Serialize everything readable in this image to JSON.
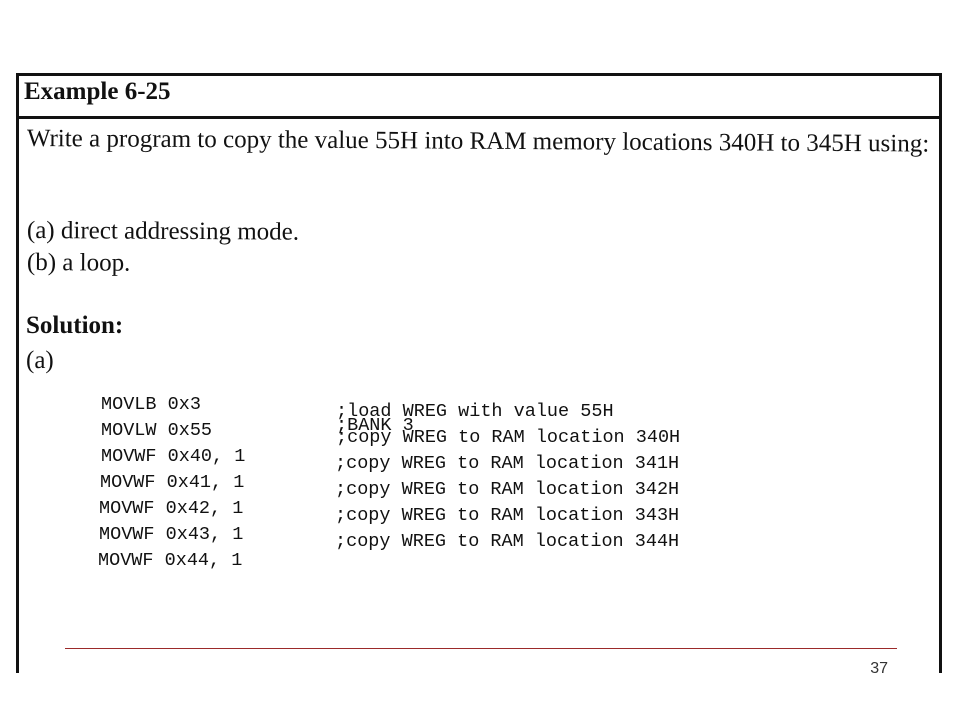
{
  "example": {
    "title": "Example 6-25",
    "problem": "Write a program to copy the value 55H into RAM memory locations 340H to 345H using:",
    "options": [
      "(a) direct addressing mode.",
      "(b) a loop."
    ]
  },
  "solution": {
    "heading": "Solution:",
    "part_label": "(a)",
    "code": [
      {
        "instr": "MOVLB 0x3",
        "comment": ";BANK 3"
      },
      {
        "instr": "MOVLW 0x55",
        "comment": ";load WREG with value 55H"
      },
      {
        "instr": "MOVWF 0x40, 1",
        "comment": ";copy WREG to RAM location 340H"
      },
      {
        "instr": "MOVWF 0x41, 1",
        "comment": ";copy WREG to RAM location 341H"
      },
      {
        "instr": "MOVWF 0x42, 1",
        "comment": ";copy WREG to RAM location 342H"
      },
      {
        "instr": "MOVWF 0x43, 1",
        "comment": ";copy WREG to RAM location 343H"
      },
      {
        "instr": "MOVWF 0x44, 1",
        "comment": ";copy WREG to RAM location 344H"
      }
    ]
  },
  "footer": {
    "page_number": "37"
  }
}
